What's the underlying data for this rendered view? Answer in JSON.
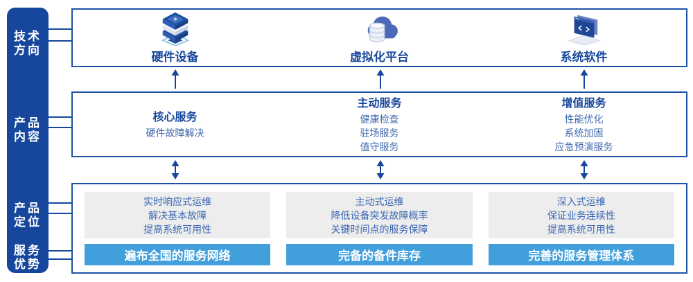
{
  "colors": {
    "navy": "#17479D",
    "box_border": "#1E52A5",
    "item_text": "#4069AF",
    "gray_panel_bg": "#EDEDED",
    "gray_panel_text": "#3A67B3",
    "bar_bg": "#41A0DC",
    "bar_text": "#FFFFFF"
  },
  "sidebar": {
    "labels": [
      "技术\n方向",
      "产品\n内容",
      "产品\n定位",
      "服务\n优势"
    ]
  },
  "tech_row": {
    "items": [
      {
        "icon": "server-stack-icon",
        "label": "硬件设备"
      },
      {
        "icon": "cloud-database-icon",
        "label": "虚拟化平台"
      },
      {
        "icon": "code-window-icon",
        "label": "系统软件"
      }
    ]
  },
  "content_row": {
    "columns": [
      {
        "heading": "核心服务",
        "items": [
          "硬件故障解决"
        ]
      },
      {
        "heading": "主动服务",
        "items": [
          "健康检查",
          "驻场服务",
          "值守服务"
        ]
      },
      {
        "heading": "增值服务",
        "items": [
          "性能优化",
          "系统加固",
          "应急预演服务"
        ]
      }
    ]
  },
  "bottom_row": {
    "columns": [
      {
        "positioning": [
          "实时响应式运维",
          "解决基本故障",
          "提高系统可用性"
        ],
        "advantage": "遍布全国的服务网络"
      },
      {
        "positioning": [
          "主动式运维",
          "降低设备突发故障概率",
          "关键时间点的服务保障"
        ],
        "advantage": "完备的备件库存"
      },
      {
        "positioning": [
          "深入式运维",
          "保证业务连续性",
          "提高系统可用性"
        ],
        "advantage": "完善的服务管理体系"
      }
    ]
  }
}
